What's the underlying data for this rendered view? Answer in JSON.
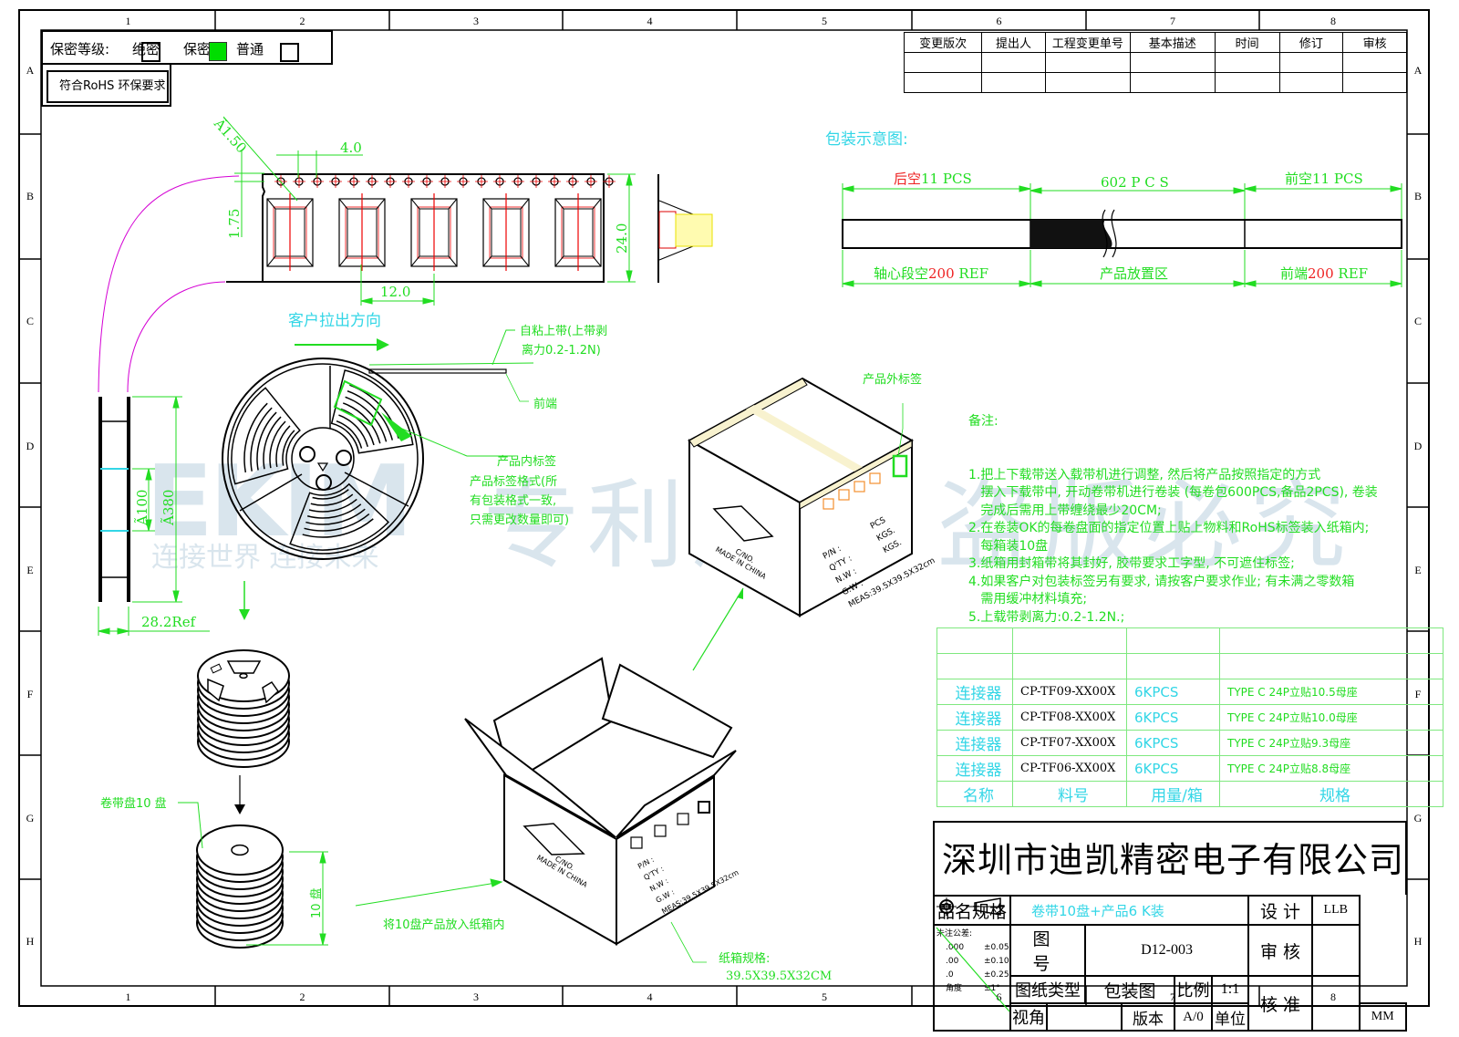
{
  "frame": {
    "columns": [
      "1",
      "2",
      "3",
      "4",
      "5",
      "6",
      "7",
      "8"
    ],
    "rows": [
      "A",
      "B",
      "C",
      "D",
      "E",
      "F",
      "G",
      "H"
    ]
  },
  "security": {
    "label": "保密等级:",
    "options": [
      {
        "label": "绝密",
        "checked": false
      },
      {
        "label": "保密",
        "checked": true
      },
      {
        "label": "普通",
        "checked": false
      }
    ],
    "checked_color": "#00dd00"
  },
  "rohs_label": "符合RoHS 环保要求",
  "revision_table": {
    "headers": [
      "变更版次",
      "提出人",
      "工程变更单号",
      "基本描述",
      "时间",
      "修订",
      "审核"
    ],
    "rows": [
      [
        "",
        "",
        "",
        "",
        "",
        "",
        ""
      ],
      [
        "",
        "",
        "",
        "",
        "",
        "",
        ""
      ]
    ]
  },
  "tape": {
    "dim_hole": "Ã1.50",
    "dim_pitch": "4.0",
    "dim_edge": "1.75",
    "dim_width": "24.0",
    "dim_pocket_pitch": "12.0"
  },
  "reel": {
    "pull_direction": "客户拉出方向",
    "cover_tape": "自粘上带(上带剥",
    "cover_tape_2": "离力0.2-1.2N)",
    "front_end": "前端",
    "inner_label": "产品内标签",
    "label_note": [
      "产品标签格式(所",
      "有包装格式一致,",
      "只需更改数量即可)"
    ],
    "dim_hub": "Ã100",
    "dim_outer": "Ã380",
    "dim_thickness": "28.2Ref"
  },
  "stack": {
    "reel_count_label": "卷带盘10 盘",
    "height_label": "10 盘",
    "put_in_box": "将10盘产品放入纸箱内"
  },
  "box": {
    "outer_label": "产品外标签",
    "side_text": [
      "C/NO.",
      "MADE IN CHINA"
    ],
    "label_lines": [
      "P/N :",
      "Q'TY :",
      "N.W :",
      "G.W :",
      "MEAS:39.5X39.5X32cm"
    ],
    "label_units": [
      "PCS",
      "KGS.",
      "KGS."
    ],
    "spec_title": "纸箱规格:",
    "spec_value": "39.5X39.5X32CM"
  },
  "schematic": {
    "title": "包装示意图:",
    "top": [
      {
        "prefix": "后空",
        "text": "11 PCS"
      },
      {
        "prefix": "",
        "text": "602  P C S"
      },
      {
        "prefix": "前空",
        "text": "11 PCS"
      }
    ],
    "bottom": [
      {
        "text": "轴心段空",
        "value": "200",
        "suffix": " REF"
      },
      {
        "text": "产品放置区",
        "value": "",
        "suffix": ""
      },
      {
        "text": "前端",
        "value": "200",
        "suffix": " REF"
      }
    ]
  },
  "notes": {
    "title": "备注:",
    "lines": [
      "1.把上下载带送入载带机进行调整, 然后将产品按照指定的方式",
      "   摆入下载带中, 开动卷带机进行卷装 (每卷包600PCS,备品2PCS), 卷装",
      "   完成后需用上带缠绕最少20CM;",
      "2.在卷装OK的每卷盘面的指定位置上贴上物料和RoHS标签装入纸箱内;",
      "   每箱装10盘",
      "3.纸箱用封箱带将其封好, 胶带要求工字型, 不可遮住标签;",
      "4.如果客户对包装标签另有要求, 请按客户要求作业; 有未满之零数箱",
      "   需用缓冲材料填充;",
      "5.上载带剥离力:0.2-1.2N.;"
    ]
  },
  "parts_table": {
    "headers": [
      "名称",
      "料号",
      "用量/箱",
      "规格"
    ],
    "rows": [
      {
        "name": "连接器",
        "part_no": "CP-TF09-XX00X",
        "qty": "6KPCS",
        "spec": "TYPE C 24P立贴10.5母座"
      },
      {
        "name": "连接器",
        "part_no": "CP-TF08-XX00X",
        "qty": "6KPCS",
        "spec": "TYPE C 24P立贴10.0母座"
      },
      {
        "name": "连接器",
        "part_no": "CP-TF07-XX00X",
        "qty": "6KPCS",
        "spec": "TYPE C 24P立贴9.3母座"
      },
      {
        "name": "连接器",
        "part_no": "CP-TF06-XX00X",
        "qty": "6KPCS",
        "spec": "TYPE C 24P立贴8.8母座"
      }
    ]
  },
  "title_block": {
    "company": "深圳市迪凯精密电子有限公司",
    "product_spec_label": "品名规格",
    "product_spec_value": "卷带10盘+产品6  K装",
    "tolerance_title": "未注公差:",
    "tolerances": [
      {
        "k": ".000",
        "v": "±0.05"
      },
      {
        "k": ".00",
        "v": "±0.10"
      },
      {
        "k": ".0",
        "v": "±0.25"
      },
      {
        "k": "角度",
        "v": "±1°"
      }
    ],
    "drawing_no_label": "图    号",
    "drawing_no": "D12-003",
    "drawing_type_label": "图纸类型",
    "drawing_type": "包装图",
    "scale_label": "比例",
    "scale": "1:1",
    "view_label": "视角",
    "version_label": "版本",
    "version": "A/0",
    "unit_label": "单位",
    "unit": "MM",
    "design_label": "设  计",
    "designer": "LLB",
    "review_label": "审  核",
    "reviewer": "",
    "approve_label": "核  准",
    "approver": ""
  },
  "watermark": {
    "brand": "EKIM",
    "slogan": "连接世界 连接未来",
    "notice": "专利产品 盗版必究"
  }
}
